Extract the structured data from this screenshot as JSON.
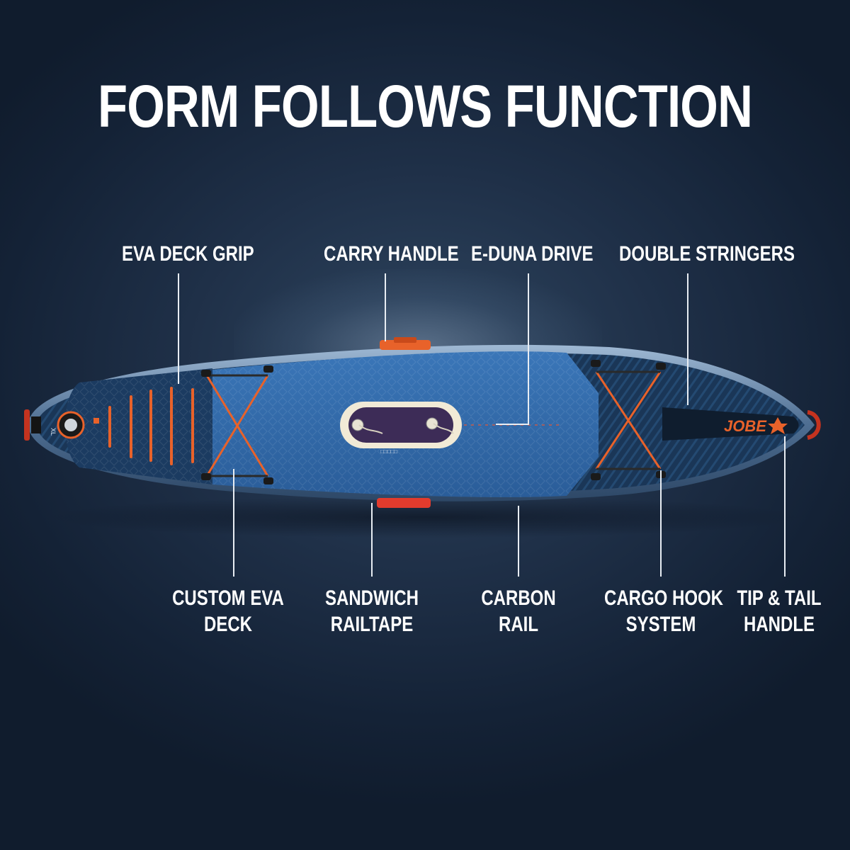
{
  "title": "FORM FOLLOWS FUNCTION",
  "callouts_top": [
    {
      "lines": [
        "EVA DECK GRIP"
      ]
    },
    {
      "lines": [
        "CARRY HANDLE"
      ]
    },
    {
      "lines": [
        "E-DUNA DRIVE"
      ]
    },
    {
      "lines": [
        "DOUBLE STRINGERS"
      ]
    }
  ],
  "callouts_bottom": [
    {
      "lines": [
        "CUSTOM EVA",
        "DECK"
      ]
    },
    {
      "lines": [
        "SANDWICH",
        "RAILTAPE"
      ]
    },
    {
      "lines": [
        "CARBON",
        "RAIL"
      ]
    },
    {
      "lines": [
        "CARGO HOOK",
        "SYSTEM"
      ]
    },
    {
      "lines": [
        "TIP & TAIL",
        "HANDLE"
      ]
    }
  ],
  "board": {
    "brand_logo": "JOBE",
    "model_mark": "XL"
  },
  "colors": {
    "background": "#1a2a40",
    "board_deck": "#2e66a8",
    "board_dark": "#1d3d63",
    "accent_orange": "#e8622a",
    "text": "#ffffff"
  }
}
